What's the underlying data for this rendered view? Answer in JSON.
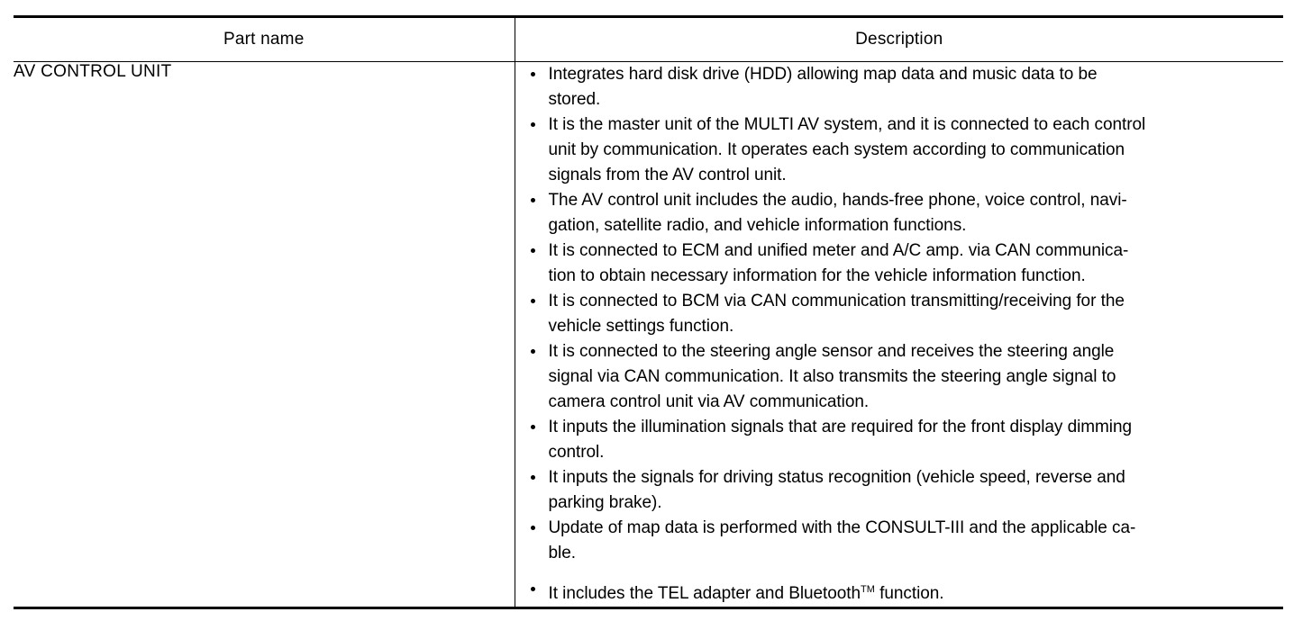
{
  "table": {
    "headers": {
      "part_name": "Part name",
      "description": "Description"
    },
    "rows": [
      {
        "part_name": "AV CONTROL UNIT",
        "description_bullets": [
          "Integrates hard disk drive (HDD) allowing map data and music data to be\nstored.",
          "It is the master unit of the MULTI AV system, and it is connected to each control\nunit by communication. It operates each system according to communication\nsignals from the AV control unit.",
          "The AV control unit includes the audio, hands-free phone, voice control, navi-\ngation, satellite radio, and vehicle information functions.",
          "It is connected to ECM and unified meter and A/C amp. via CAN communica-\ntion to obtain necessary information for the vehicle information function.",
          "It is connected to BCM via CAN communication transmitting/receiving for the\nvehicle settings function.",
          "It is connected to the steering angle sensor and receives the steering angle\nsignal via CAN communication. It also transmits the steering angle signal to\ncamera control unit via AV communication.",
          "It inputs the illumination signals that are required for the front display dimming\ncontrol.",
          "It inputs the signals for driving status recognition (vehicle speed, reverse and\nparking brake).",
          "Update of map data is performed with the CONSULT-III and the applicable ca-\nble."
        ],
        "last_bullet": {
          "prefix": "It includes the TEL adapter and Bluetooth",
          "trademark": "TM",
          "suffix": " function."
        }
      }
    ]
  }
}
